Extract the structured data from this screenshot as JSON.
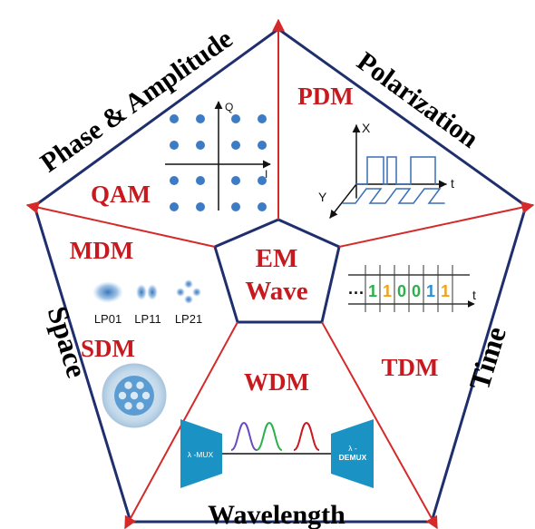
{
  "colors": {
    "outline": "#1f2f6e",
    "divider": "#d42a2a",
    "region_label": "#c8191e",
    "dimension_label": "#000000",
    "dot": "#3d7bc5",
    "device": "#1a93c4",
    "bit_green": "#2bb04b",
    "bit_orange": "#f0a31c",
    "bit_blue": "#2b8fd6",
    "pulse_x": "#3a6fb5",
    "fiber_ring": "#c7dcec",
    "fiber_core": "#2d7fc1"
  },
  "center": {
    "line1": "EM",
    "line2": "Wave"
  },
  "dimensions": {
    "phase": "Phase & Amplitude",
    "polarization": "Polarization",
    "time": "Time",
    "wavelength": "Wavelength",
    "space": "Space"
  },
  "regions": {
    "qam": "QAM",
    "pdm": "PDM",
    "tdm": "TDM",
    "wdm": "WDM",
    "mdm": "MDM",
    "sdm": "SDM"
  },
  "qam_axes": {
    "q": "Q",
    "i": "I"
  },
  "pdm_axes": {
    "x": "X",
    "y": "Y",
    "t": "t"
  },
  "tdm": {
    "dots": "···",
    "bits": [
      "1",
      "1",
      "0",
      "0",
      "1",
      "1"
    ],
    "bit_colors": [
      "green",
      "orange",
      "green",
      "green",
      "blue",
      "orange"
    ],
    "t": "t"
  },
  "modes": [
    "LP01",
    "LP11",
    "LP21"
  ],
  "wdm": {
    "mux": "λ -MUX",
    "demux_1": "λ -",
    "demux_2": "DEMUX",
    "pulse_colors": [
      "#6a4bbf",
      "#2bb04b",
      "#c8191e"
    ]
  }
}
